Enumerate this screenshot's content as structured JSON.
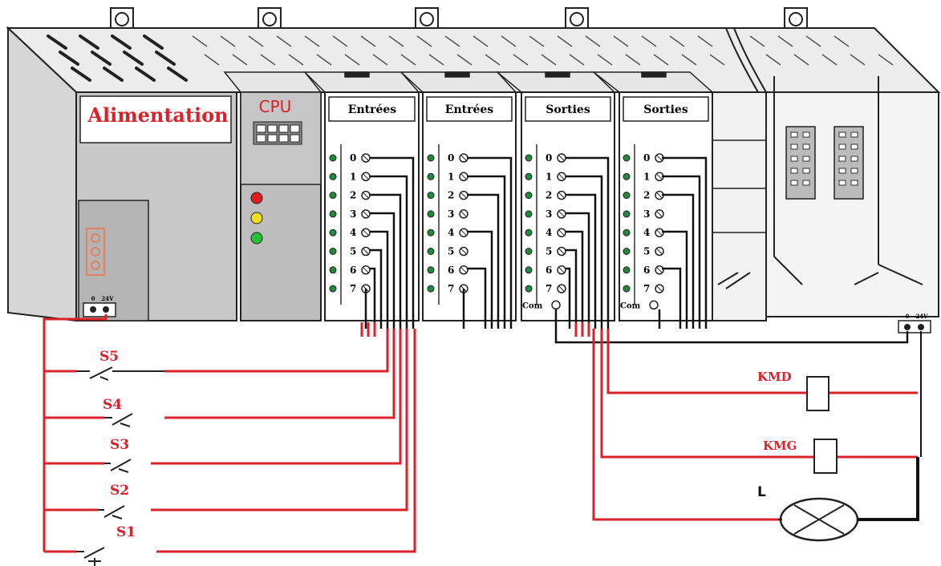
{
  "modules": {
    "power": "Alimentation",
    "cpu": "CPU",
    "inputs": [
      "Entrées",
      "Entrées"
    ],
    "outputs": [
      "Sorties",
      "Sorties"
    ]
  },
  "terminal_numbers": [
    "0",
    "1",
    "2",
    "3",
    "4",
    "5",
    "6",
    "7"
  ],
  "com_label": "Com",
  "supply_terminals": {
    "zero": "0",
    "v24": "24V"
  },
  "switches": [
    "S5",
    "S4",
    "S3",
    "S2",
    "S1"
  ],
  "loads": {
    "kmd": "KMD",
    "kmg": "KMG",
    "lamp": "L"
  },
  "colors": {
    "wire_red": "#d9222a",
    "wire_black": "#111111",
    "label_red": "#d9222a",
    "module_grey": "#c8c8c8",
    "led_green": "#1f8a3a"
  },
  "status_leds": [
    "red-led",
    "yellow-led",
    "green-led"
  ]
}
